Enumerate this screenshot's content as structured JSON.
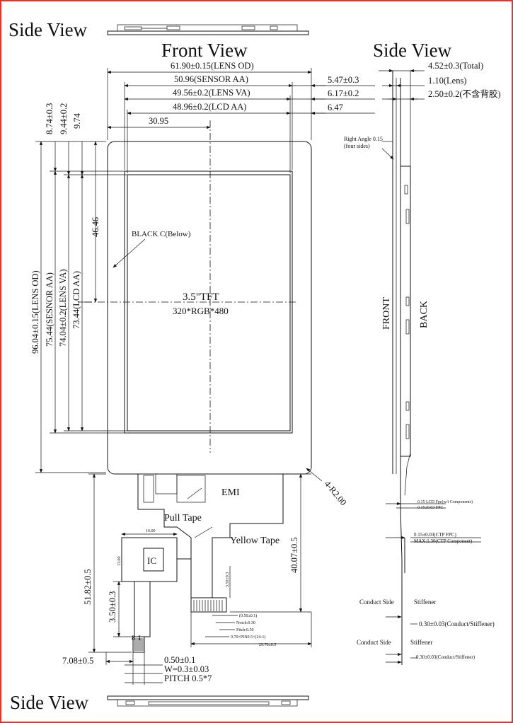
{
  "views": {
    "side_top": "Side View",
    "front": "Front View",
    "side_right": "Side View",
    "side_bottom": "Side View"
  },
  "top_dims": {
    "lens_od": "61.90±0.15(LENS OD)",
    "sensor_aa": "50.96(SENSOR AA)",
    "lens_va": "49.56±0.2(LENS VA)",
    "lcd_aa": "48.96±0.2(LCD AA)",
    "offset": "30.95",
    "r1": "5.47±0.3",
    "r2": "6.17±0.2",
    "r3": "6.47"
  },
  "left_dims": {
    "v1": "8.74±0.3",
    "v2": "9.44±0.2",
    "v3": "9.74",
    "half": "46.46",
    "lens_od": "96.04±0.15(LENS OD)",
    "sensor_aa": "75.44(SESNOR AA)",
    "lens_va": "74.04±0.2(LENS VA)",
    "lcd_aa": "73.44(LCD AA)",
    "fpc_len": "51.82±0.5",
    "fpc_w": "3.50±0.3",
    "pad_off": "7.08±0.5"
  },
  "panel": {
    "black_note": "BLACK C(Below)",
    "model": "3.5\"TFT",
    "resolution": "320*RGB*480",
    "radius": "4-R2.00"
  },
  "fpc": {
    "emi": "EMI",
    "pull_tape": "Pull Tape",
    "yellow_tape": "Yellow Tape",
    "ic": "IC",
    "ic_w": "16.00",
    "ic_h": "13.00",
    "right_len": "40.07±0.5",
    "tail_len": "3.50±0.3",
    "f1": "(0.50±0.1)",
    "f2": "Notch:0.30",
    "f3": "Pitch:0.50",
    "f4": "0.70×PIN0.5×(24-1)",
    "f5": "29.70±0.5",
    "pins_label": "8  1",
    "pitch": "0.50±0.1",
    "width": "W=0.3±0.03",
    "pitch_total": "PITCH 0.5*7"
  },
  "side_dims": {
    "total": "4.52±0.3(Total)",
    "lens": "1.10(Lens)",
    "no_bl": "2.50±0.2(不含背胶)",
    "right_angle": "Right Angle 0.15",
    "four_sides": "(four sides)",
    "front": "FRONT",
    "back": "BACK",
    "fpc_note1": "0.15 LCD Fpc(w/t Components)",
    "fpc_note2": "0.15±0.03 FPC",
    "ctp": "0.15±0.03(CTP FPC)",
    "ctp2": "MAX:1.30(CTP Component)",
    "conduct1": "Conduct Side",
    "stiff1": "Stiffener",
    "conduct_dim": "0.30±0.03(Conduct/Stiffener)",
    "conduct2": "Conduct Side",
    "stiff2": "Stiffener",
    "conduct_dim2": "0.30±0.03(Conduct/Stiffener)"
  }
}
